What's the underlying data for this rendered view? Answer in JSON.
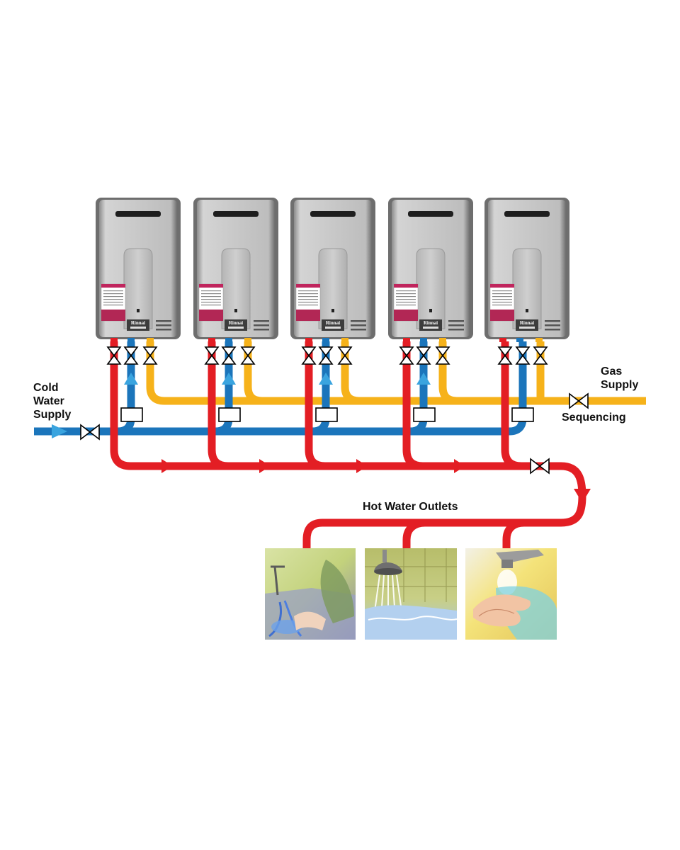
{
  "labels": {
    "cold_water_supply": [
      "Cold",
      "Water",
      "Supply"
    ],
    "gas_supply": [
      "Gas",
      "Supply"
    ],
    "sequencing": "Sequencing",
    "hot_water_outlets": "Hot Water Outlets"
  },
  "heaters": [
    {
      "brand": "Rinnai"
    },
    {
      "brand": "Rinnai"
    },
    {
      "brand": "Rinnai"
    },
    {
      "brand": "Rinnai"
    },
    {
      "brand": "Rinnai"
    }
  ],
  "outlets": [
    {
      "icon": "kitchen-sink-illustration"
    },
    {
      "icon": "shower-illustration"
    },
    {
      "icon": "hand-washing-basin-illustration"
    }
  ],
  "colors": {
    "hot": "#e31e24",
    "cold": "#1b75bb",
    "gas": "#f6b21a",
    "heater_body": "#c9c9c9"
  }
}
